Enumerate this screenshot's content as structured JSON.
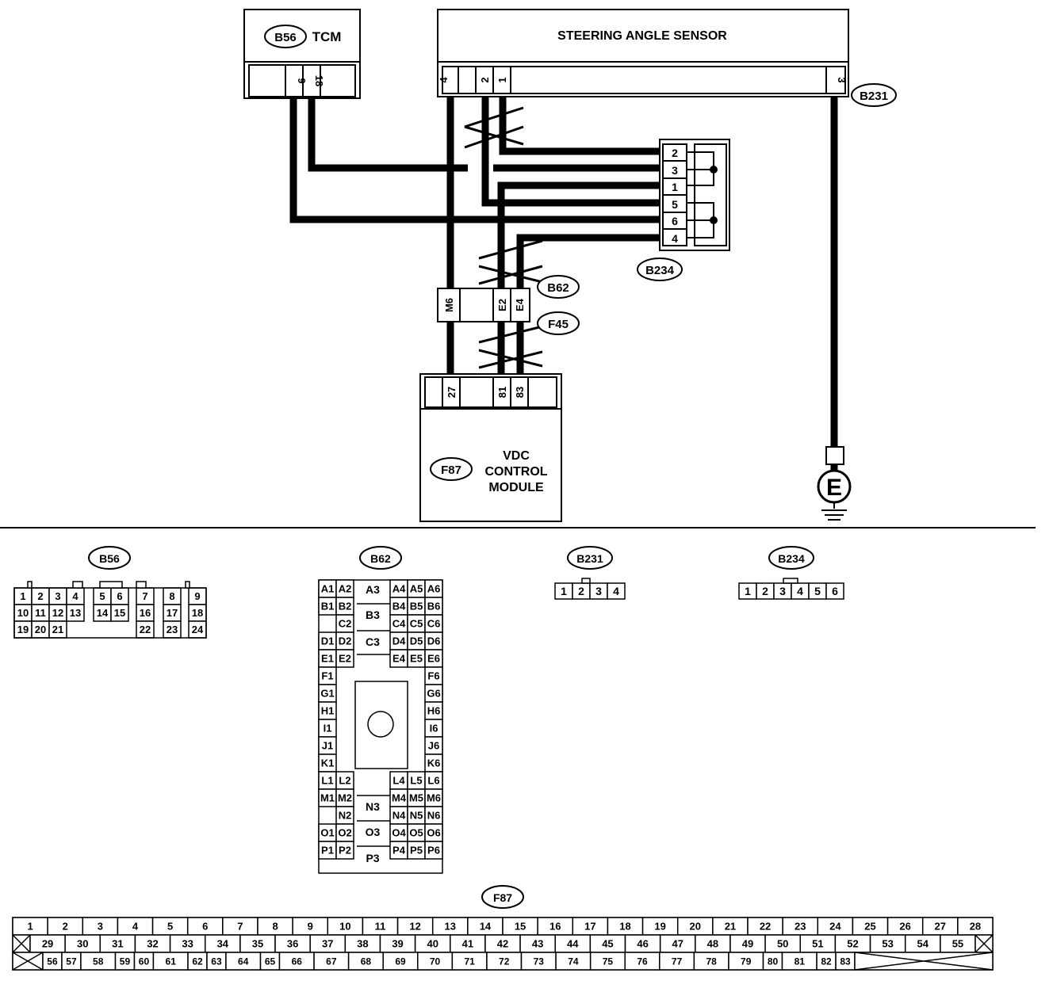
{
  "components": {
    "tcm": {
      "code": "B56",
      "name": "TCM",
      "pins": [
        "9",
        "18"
      ]
    },
    "steering_angle_sensor": {
      "name": "STEERING ANGLE SENSOR",
      "code": "B231",
      "pins": [
        "4",
        "2",
        "1",
        "3"
      ]
    },
    "joint_connector": {
      "code": "B234",
      "pins": [
        "2",
        "3",
        "1",
        "5",
        "6",
        "4"
      ]
    },
    "intermediate_connector": {
      "code_upper": "B62",
      "code_lower": "F45",
      "pins": [
        "M6",
        "E2",
        "E4"
      ]
    },
    "vdc_control_module": {
      "code": "F87",
      "name_lines": [
        "VDC",
        "CONTROL",
        "MODULE"
      ],
      "pins": [
        "27",
        "81",
        "83"
      ]
    },
    "ground": {
      "label": "E"
    }
  },
  "connector_views": {
    "b56": {
      "code": "B56",
      "rows": [
        [
          "1",
          "2",
          "3",
          "4",
          "5",
          "6",
          "7",
          "8",
          "9"
        ],
        [
          "10",
          "11",
          "12",
          "13",
          "14",
          "15",
          "16",
          "17",
          "18"
        ],
        [
          "19",
          "20",
          "21",
          "22",
          "23",
          "24"
        ]
      ]
    },
    "b62": {
      "code": "B62",
      "left": [
        [
          "A1",
          "A2"
        ],
        [
          "B1",
          "B2"
        ],
        [
          "",
          "C2"
        ],
        [
          "D1",
          "D2"
        ],
        [
          "E1",
          "E2"
        ],
        [
          "F1",
          ""
        ],
        [
          "G1",
          ""
        ],
        [
          "H1",
          ""
        ],
        [
          "I1",
          ""
        ],
        [
          "J1",
          ""
        ],
        [
          "K1",
          ""
        ],
        [
          "L1",
          "L2"
        ],
        [
          "M1",
          "M2"
        ],
        [
          "",
          "N2"
        ],
        [
          "O1",
          "O2"
        ],
        [
          "P1",
          "P2"
        ]
      ],
      "right": [
        [
          "A4",
          "A5",
          "A6"
        ],
        [
          "B4",
          "B5",
          "B6"
        ],
        [
          "C4",
          "C5",
          "C6"
        ],
        [
          "D4",
          "D5",
          "D6"
        ],
        [
          "E4",
          "E5",
          "E6"
        ],
        [
          "",
          "",
          "F6"
        ],
        [
          "",
          "",
          "G6"
        ],
        [
          "",
          "",
          "H6"
        ],
        [
          "",
          "",
          "I6"
        ],
        [
          "",
          "",
          "J6"
        ],
        [
          "",
          "",
          "K6"
        ],
        [
          "L4",
          "L5",
          "L6"
        ],
        [
          "M4",
          "M5",
          "M6"
        ],
        [
          "N4",
          "N5",
          "N6"
        ],
        [
          "O4",
          "O5",
          "O6"
        ],
        [
          "P4",
          "P5",
          "P6"
        ]
      ],
      "center": [
        "A3",
        "B3",
        "C3",
        "N3",
        "O3",
        "P3"
      ]
    },
    "b231": {
      "code": "B231",
      "pins": [
        "1",
        "2",
        "3",
        "4"
      ]
    },
    "b234": {
      "code": "B234",
      "pins": [
        "1",
        "2",
        "3",
        "4",
        "5",
        "6"
      ]
    },
    "f87": {
      "code": "F87",
      "row1": [
        "1",
        "2",
        "3",
        "4",
        "5",
        "6",
        "7",
        "8",
        "9",
        "10",
        "11",
        "12",
        "13",
        "14",
        "15",
        "16",
        "17",
        "18",
        "19",
        "20",
        "21",
        "22",
        "23",
        "24",
        "25",
        "26",
        "27",
        "28"
      ],
      "row2": [
        "29",
        "30",
        "31",
        "32",
        "33",
        "34",
        "35",
        "36",
        "37",
        "38",
        "39",
        "40",
        "41",
        "42",
        "43",
        "44",
        "45",
        "46",
        "47",
        "48",
        "49",
        "50",
        "51",
        "52",
        "53",
        "54",
        "55"
      ],
      "row3": [
        "56",
        "57",
        "58",
        "59",
        "60",
        "61",
        "62",
        "63",
        "64",
        "65",
        "66",
        "67",
        "68",
        "69",
        "70",
        "71",
        "72",
        "73",
        "74",
        "75",
        "76",
        "77",
        "78",
        "79",
        "80",
        "81",
        "82",
        "83"
      ]
    }
  }
}
